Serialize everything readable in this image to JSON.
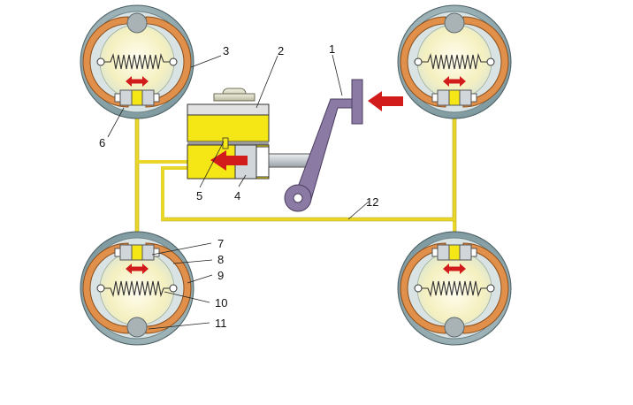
{
  "labels": {
    "l1": "1",
    "l2": "2",
    "l3": "3",
    "l4": "4",
    "l5": "5",
    "l6": "6",
    "l7": "7",
    "l8": "8",
    "l9": "9",
    "l10": "10",
    "l11": "11",
    "l12": "12"
  },
  "colors": {
    "drum_outer": "#8aa4a8",
    "drum_rim": "#d7e1e2",
    "shoe": "#e0904a",
    "inner_disc": "#f6f3c8",
    "inner_glow": "#fbf8de",
    "fluid_line": "#f2e034",
    "cylinder_yellow": "#f5e616",
    "reservoir_gray": "#e2e2e2",
    "pedal": "#8b7aa3",
    "pedal_dark": "#5d4f76",
    "arrow_red": "#d21c1c",
    "steel": "#c9ced2"
  }
}
